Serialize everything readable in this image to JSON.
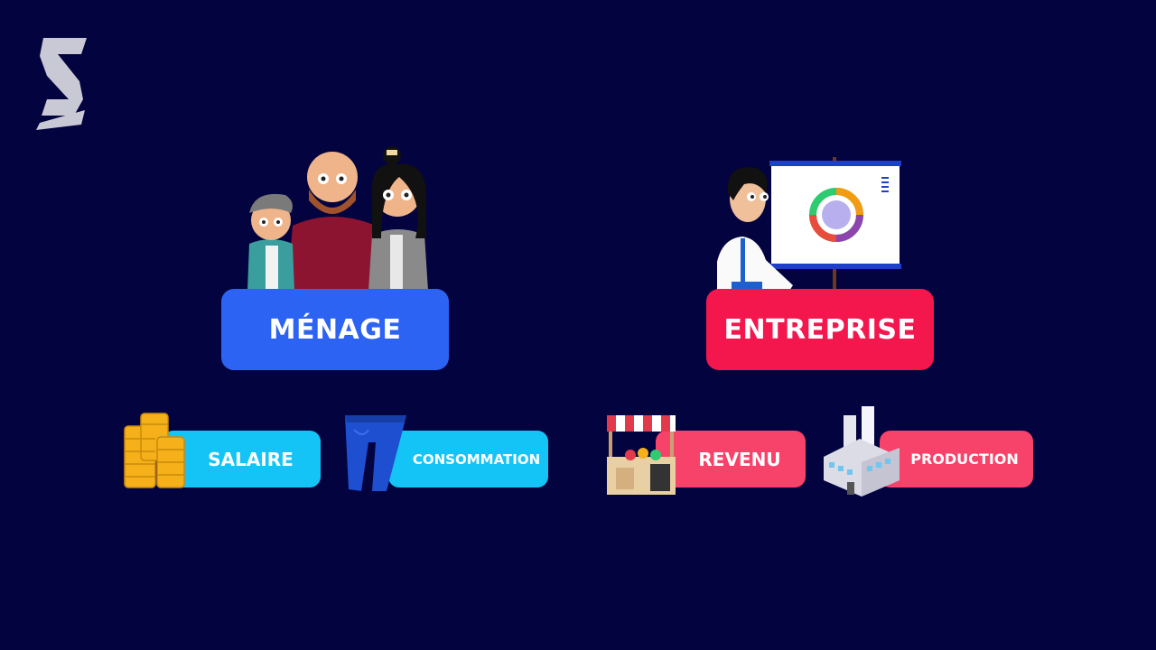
{
  "logo": {
    "icon": "s-logo-icon"
  },
  "menage": {
    "label": "MÉNAGE",
    "illustration": "family-illustration-icon"
  },
  "entreprise": {
    "label": "ENTREPRISE",
    "illustration": "businessman-presentation-icon"
  },
  "items": {
    "salaire": {
      "label": "SALAIRE",
      "icon": "coins-icon"
    },
    "consommation": {
      "label": "CONSOMMATION",
      "icon": "jeans-icon"
    },
    "revenu": {
      "label": "REVENU",
      "icon": "market-stall-icon"
    },
    "production": {
      "label": "PRODUCTION",
      "icon": "factory-icon"
    }
  },
  "colors": {
    "background": "#03033f",
    "menage": "#2c63f3",
    "entreprise": "#f3174d",
    "cyan": "#15c4f6",
    "pink": "#f7426a"
  }
}
